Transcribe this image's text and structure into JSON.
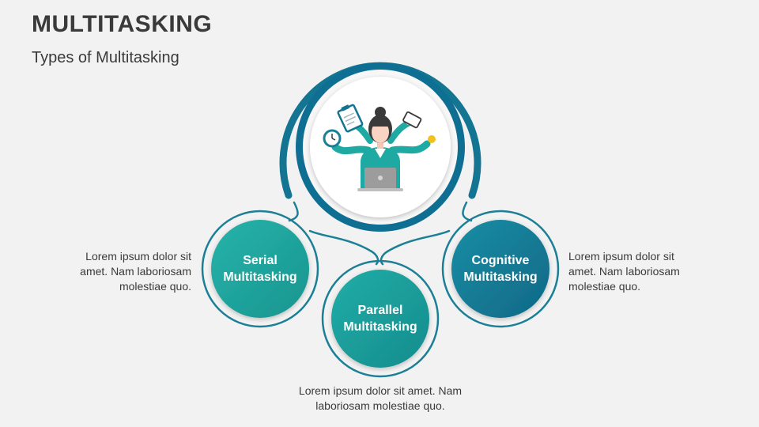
{
  "header": {
    "title": "MULTITASKING",
    "subtitle": "Types of Multitasking"
  },
  "center": {
    "icon": "woman-multitasking-illustration"
  },
  "nodes": [
    {
      "line1": "Serial",
      "line2": "Multitasking",
      "description": "Lorem ipsum dolor sit amet. Nam laboriosam molestiae quo.",
      "color": "#1fa9a3"
    },
    {
      "line1": "Parallel",
      "line2": "Multitasking",
      "description": "Lorem ipsum dolor sit amet. Nam laboriosam molestiae quo.",
      "color": "#1a9b98"
    },
    {
      "line1": "Cognitive",
      "line2": "Multitasking",
      "description": "Lorem ipsum dolor sit amet. Nam laboriosam molestiae quo.",
      "color": "#137a99"
    }
  ],
  "colors": {
    "accent_dark": "#0f6f92",
    "accent_teal": "#1fa9a3",
    "ring_outline": "#1b7f96",
    "text": "#3a3a3a"
  }
}
